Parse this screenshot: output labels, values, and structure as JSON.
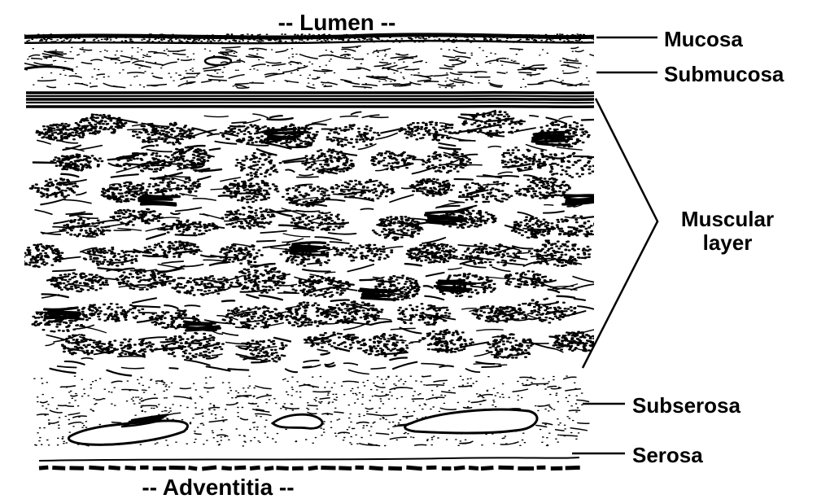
{
  "diagram": {
    "title_top": "-- Lumen --",
    "title_bottom": "-- Adventitia --",
    "labels": {
      "mucosa": "Mucosa",
      "submucosa": "Submucosa",
      "muscular_line1": "Muscular",
      "muscular_line2": "layer",
      "subserosa": "Subserosa",
      "serosa": "Serosa"
    },
    "colors": {
      "ink": "#000000",
      "background": "#ffffff"
    }
  }
}
